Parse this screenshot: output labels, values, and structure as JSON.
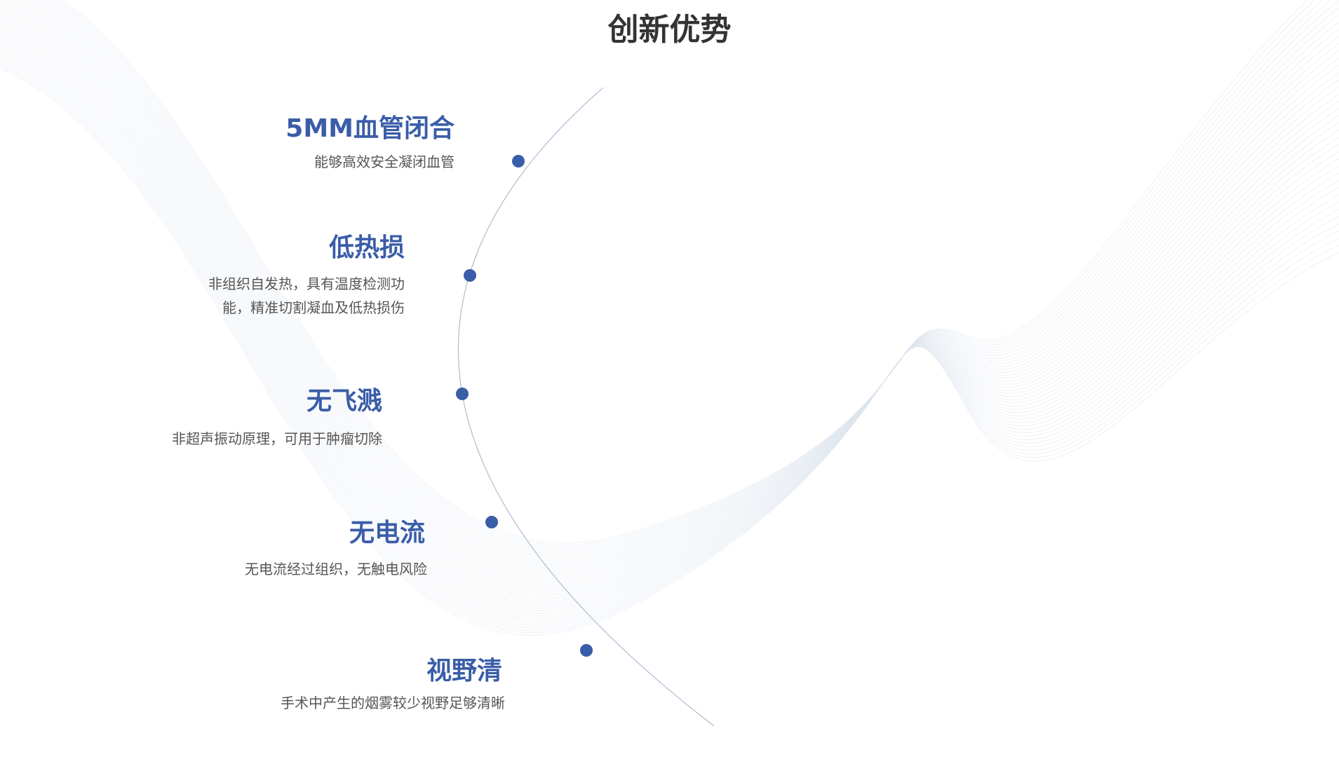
{
  "title": "创新优势",
  "accent_color": "#3a5da8",
  "items": [
    {
      "title": "5MM血管闭合",
      "desc": [
        "能够高效安全凝闭血管"
      ]
    },
    {
      "title": "低热损",
      "desc": [
        "非组织自发热，具有温度检测功",
        "能，精准切割凝血及低热损伤"
      ]
    },
    {
      "title": "无飞溅",
      "desc": [
        "非超声振动原理，可用于肿瘤切除"
      ]
    },
    {
      "title": "无电流",
      "desc": [
        "无电流经过组织，无触电风险"
      ]
    },
    {
      "title": "视野清",
      "desc": [
        "手术中产生的烟雾较少视野足够清晰"
      ]
    }
  ]
}
